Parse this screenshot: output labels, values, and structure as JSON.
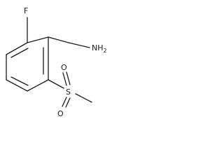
{
  "molecule": {
    "atoms": {
      "fluorine": "F",
      "amine": "NH",
      "amine_subscript": "2",
      "sulfur": "S",
      "oxygen_upper": "O",
      "oxygen_lower": "O"
    }
  }
}
